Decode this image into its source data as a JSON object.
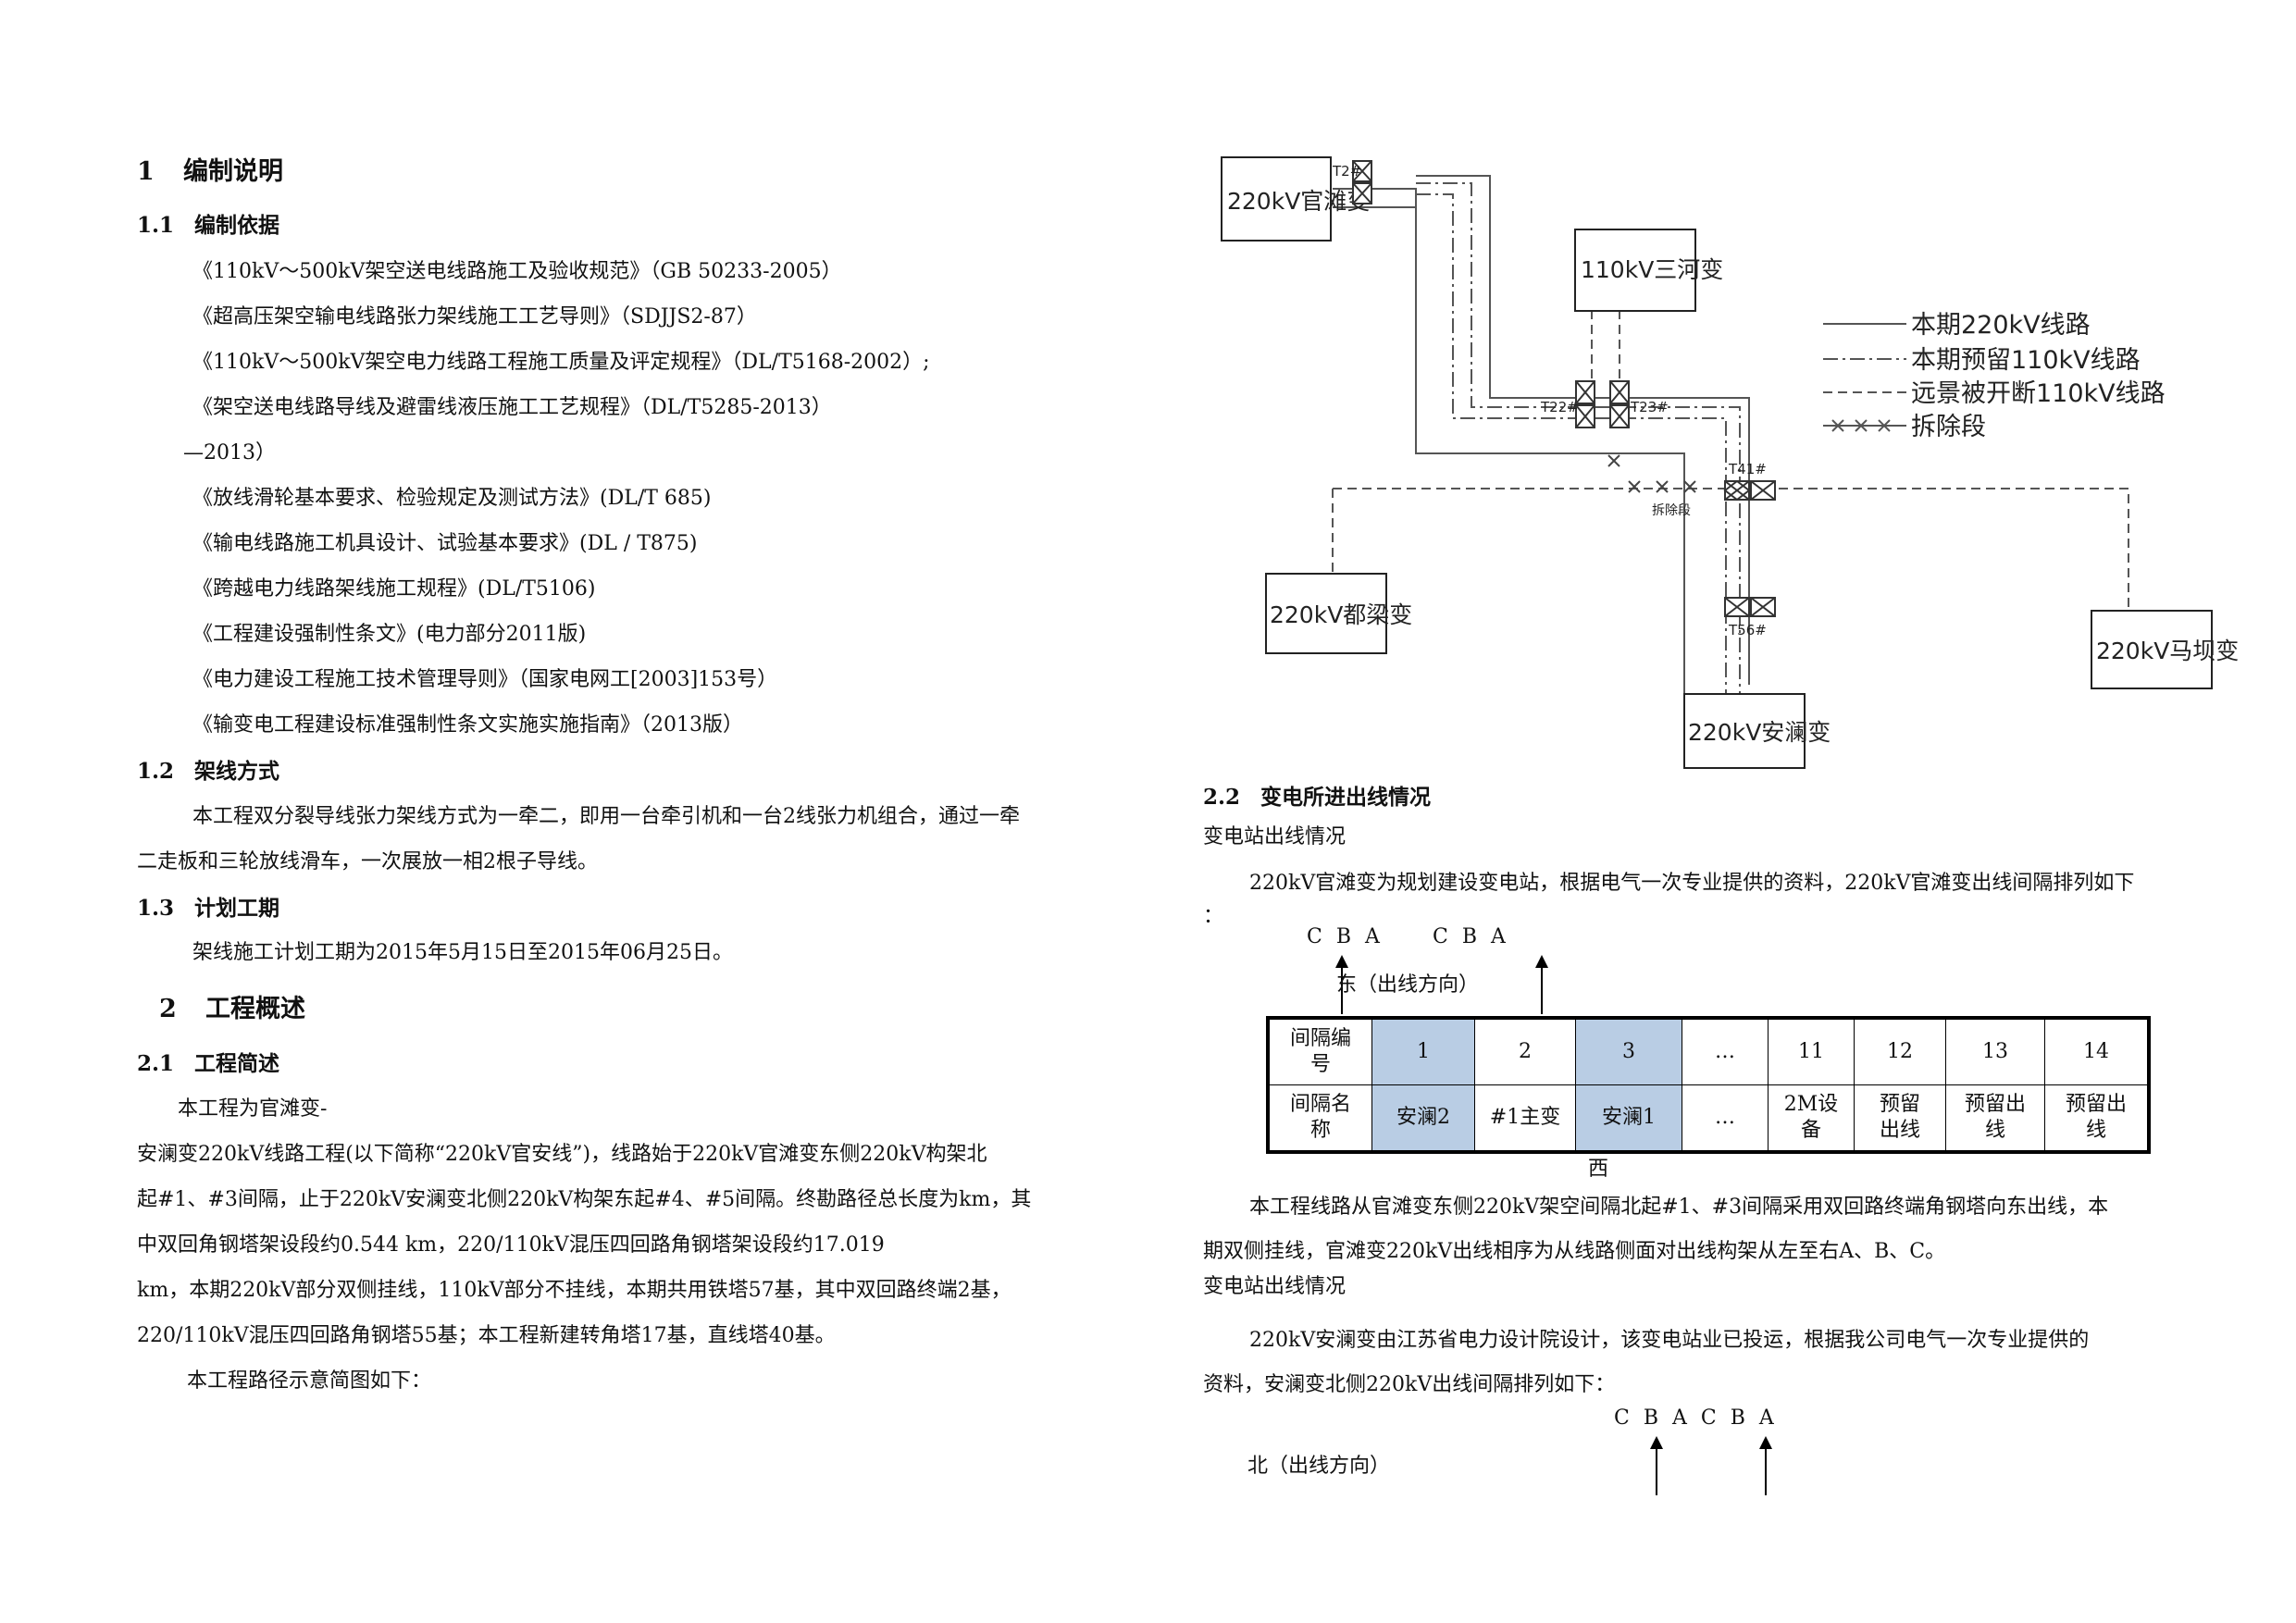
{
  "left": {
    "s1": {
      "num": "1",
      "title": "编制说明"
    },
    "s1_1": {
      "num": "1.1",
      "title": "编制依据"
    },
    "refs": [
      "《110kV～500kV架空送电线路施工及验收规范》（GB 50233-2005）",
      "《超高压架空输电线路张力架线施工工艺导则》（SDJJS2-87）",
      "《110kV～500kV架空电力线路工程施工质量及评定规程》（DL/T5168-2002）;",
      "《架空送电线路导线及避雷线液压施工工艺规程》（DL/T5285-2013）",
      "—2013）",
      "《放线滑轮基本要求、检验规定及测试方法》(DL/T 685)",
      "《输电线路施工机具设计、试验基本要求》(DL / T875)",
      "《跨越电力线路架线施工规程》(DL/T5106)",
      "《工程建设强制性条文》(电力部分2011版)",
      "《电力建设工程施工技术管理导则》（国家电网工[2003]153号）",
      "《输变电工程建设标准强制性条文实施实施指南》（2013版）"
    ],
    "s1_2": {
      "num": "1.2",
      "title": "架线方式"
    },
    "s1_2_text": [
      "本工程双分裂导线张力架线方式为一牵二，即用一台牵引机和一台2线张力机组合，通过一牵",
      "二走板和三轮放线滑车，一次展放一相2根子导线。"
    ],
    "s1_3": {
      "num": "1.3",
      "title": "计划工期"
    },
    "s1_3_text": "架线施工计划工期为2015年5月15日至2015年06月25日。",
    "s2": {
      "num": "2",
      "title": "工程概述"
    },
    "s2_1": {
      "num": "2.1",
      "title": "工程简述"
    },
    "s2_1_text": [
      "本工程为官滩变-",
      "安澜变220kV线路工程(以下简称“220kV官安线”)，线路始于220kV官滩变东侧220kV构架北",
      "起#1、#3间隔，止于220kV安澜变北侧220kV构架东起#4、#5间隔。终勘路径总长度为km，其",
      "中双回角钢塔架设段约0.544 km，220/110kV混压四回路角钢塔架设段约17.019",
      "km，本期220kV部分双侧挂线，110kV部分不挂线，本期共用铁塔57基，其中双回路终端2基，",
      "220/110kV混压四回路角钢塔55基；本工程新建转角塔17基，直线塔40基。",
      "本工程路径示意简图如下："
    ]
  },
  "diagram": {
    "stations": {
      "guantan": "220kV官滩变",
      "sanhe": "110kV三河变",
      "duliang": "220kV都梁变",
      "mapa": "220kV马坝变",
      "anlan": "220kV安澜变"
    },
    "towers": {
      "t2": "T2#",
      "t22": "T22#",
      "t23": "T23#",
      "t41": "T41#",
      "t56": "T56#"
    },
    "demolish_label": "拆除段",
    "legend": [
      "本期220kV线路",
      "本期预留110kV线路",
      "远景被开断110kV线路",
      "拆除段"
    ]
  },
  "right": {
    "s2_2": {
      "num": "2.2",
      "title": "变电所进出线情况"
    },
    "sub1_title": "变电站出线情况",
    "guantan_text": [
      "220kV官滩变为规划建设变电站，根据电气一次专业提供的资料，220kV官滩变出线间隔排列如下",
      "："
    ],
    "phase_top": [
      "C B A",
      "C B A"
    ],
    "east_label": "东（出线方向）",
    "bay_table": {
      "header_label": [
        "间隔编",
        "号"
      ],
      "name_label": [
        "间隔名",
        "称"
      ],
      "numbers": [
        "1",
        "2",
        "3",
        "…",
        "11",
        "12",
        "13",
        "14"
      ],
      "names": [
        [
          "安澜2"
        ],
        [
          "#1主变"
        ],
        [
          "安澜1"
        ],
        [
          "…"
        ],
        [
          "2M设",
          "备"
        ],
        [
          "预留",
          "出线"
        ],
        [
          "预留出",
          "线"
        ],
        [
          "预留出",
          "线"
        ]
      ]
    },
    "west_label": "西",
    "guantan_after": [
      "本工程线路从官滩变东侧220kV架空间隔北起#1、#3间隔采用双回路终端角钢塔向东出线，本",
      "期双侧挂线，官滩变220kV出线相序为从线路侧面对出线构架从左至右A、B、C。"
    ],
    "sub2_title": "变电站出线情况",
    "anlan_text": [
      "220kV安澜变由江苏省电力设计院设计，该变电站业已投运，根据我公司电气一次专业提供的",
      "资料，安澜变北侧220kV出线间隔排列如下："
    ],
    "phase_bottom": "C B A C B A",
    "north_label": "北（出线方向）"
  }
}
